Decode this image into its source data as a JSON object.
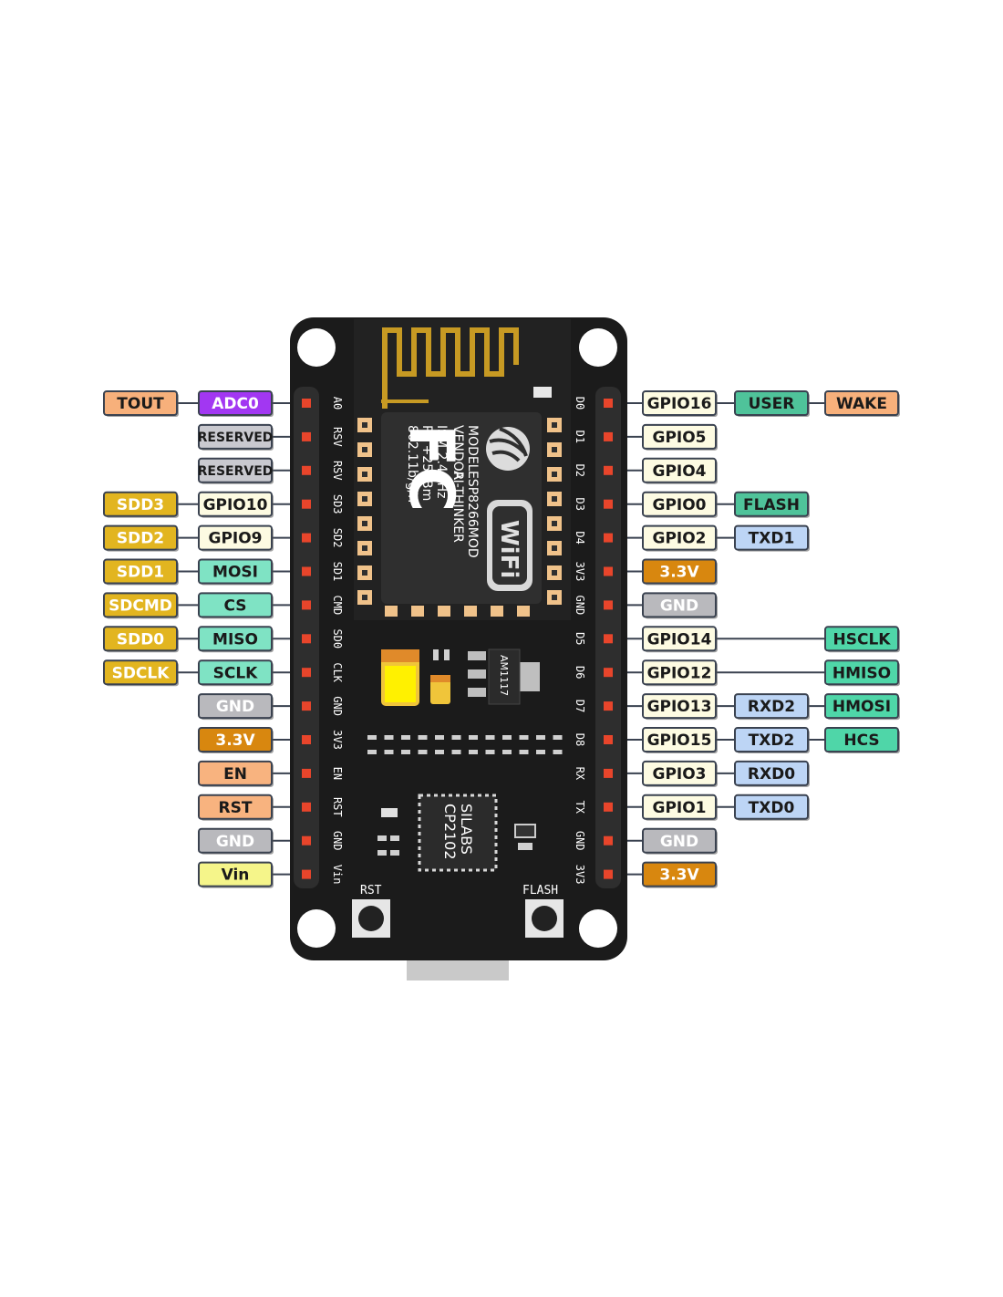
{
  "board": {
    "module": {
      "fc_logo": "FC",
      "lines": [
        "MODEL",
        "VENDOR",
        "ESP8266MOD",
        "AI-THINKER",
        "ISM 2.4GHz",
        "PA +25dBm",
        "802.11b/g/n"
      ],
      "wifi_logo": "WiFi"
    },
    "regulator": "AM1117",
    "usb_chip": {
      "brand": "SILABS",
      "model": "CP2102"
    },
    "buttons": {
      "reset": "RST",
      "flash": "FLASH"
    },
    "silk_left": [
      "A0",
      "RSV",
      "RSV",
      "SD3",
      "SD2",
      "SD1",
      "CMD",
      "SD0",
      "CLK",
      "GND",
      "3V3",
      "EN",
      "RST",
      "GND",
      "Vin"
    ],
    "silk_right": [
      "D0",
      "D1",
      "D2",
      "D3",
      "D4",
      "3V3",
      "GND",
      "D5",
      "D6",
      "D7",
      "D8",
      "RX",
      "TX",
      "GND",
      "3V3"
    ]
  },
  "colors": {
    "tout": "#f7b07b",
    "adc": "#a237f2",
    "reserved": "#c9c9cf",
    "sdd": "#e2b520",
    "gpio": "#fdfbe2",
    "spi": "#7fe3c4",
    "gnd": "#b9b9bd",
    "power33": "#d8870f",
    "ctrl": "#f8b37f",
    "vin": "#f5f58a",
    "user": "#4fc39a",
    "wake": "#f7b07b",
    "flash": "#4fc39a",
    "uart": "#bdd5f5",
    "hspi": "#4fd6a8",
    "pcb": "#1b1b1b",
    "antenna": "#c79a23"
  },
  "left_pins": [
    {
      "labels": [
        {
          "text": "TOUT",
          "color": "tout"
        },
        {
          "text": "ADC0",
          "color": "adc"
        }
      ]
    },
    {
      "labels": [
        {
          "text": "RESERVED",
          "color": "reserved"
        }
      ]
    },
    {
      "labels": [
        {
          "text": "RESERVED",
          "color": "reserved"
        }
      ]
    },
    {
      "labels": [
        {
          "text": "SDD3",
          "color": "sdd"
        },
        {
          "text": "GPIO10",
          "color": "gpio"
        }
      ]
    },
    {
      "labels": [
        {
          "text": "SDD2",
          "color": "sdd"
        },
        {
          "text": "GPIO9",
          "color": "gpio"
        }
      ]
    },
    {
      "labels": [
        {
          "text": "SDD1",
          "color": "sdd"
        },
        {
          "text": "MOSI",
          "color": "spi"
        }
      ]
    },
    {
      "labels": [
        {
          "text": "SDCMD",
          "color": "sdd"
        },
        {
          "text": "CS",
          "color": "spi"
        }
      ]
    },
    {
      "labels": [
        {
          "text": "SDD0",
          "color": "sdd"
        },
        {
          "text": "MISO",
          "color": "spi"
        }
      ]
    },
    {
      "labels": [
        {
          "text": "SDCLK",
          "color": "sdd"
        },
        {
          "text": "SCLK",
          "color": "spi"
        }
      ]
    },
    {
      "labels": [
        {
          "text": "GND",
          "color": "gnd"
        }
      ]
    },
    {
      "labels": [
        {
          "text": "3.3V",
          "color": "power33"
        }
      ]
    },
    {
      "labels": [
        {
          "text": "EN",
          "color": "ctrl"
        }
      ]
    },
    {
      "labels": [
        {
          "text": "RST",
          "color": "ctrl"
        }
      ]
    },
    {
      "labels": [
        {
          "text": "GND",
          "color": "gnd"
        }
      ]
    },
    {
      "labels": [
        {
          "text": "Vin",
          "color": "vin"
        }
      ]
    }
  ],
  "right_pins": [
    {
      "labels": [
        {
          "text": "GPIO16",
          "color": "gpio"
        },
        {
          "text": "USER",
          "color": "user"
        },
        {
          "text": "WAKE",
          "color": "wake"
        }
      ]
    },
    {
      "labels": [
        {
          "text": "GPIO5",
          "color": "gpio"
        }
      ]
    },
    {
      "labels": [
        {
          "text": "GPIO4",
          "color": "gpio"
        }
      ]
    },
    {
      "labels": [
        {
          "text": "GPIO0",
          "color": "gpio"
        },
        {
          "text": "FLASH",
          "color": "flash"
        }
      ]
    },
    {
      "labels": [
        {
          "text": "GPIO2",
          "color": "gpio"
        },
        {
          "text": "TXD1",
          "color": "uart"
        }
      ]
    },
    {
      "labels": [
        {
          "text": "3.3V",
          "color": "power33"
        }
      ]
    },
    {
      "labels": [
        {
          "text": "GND",
          "color": "gnd"
        }
      ]
    },
    {
      "labels": [
        {
          "text": "GPIO14",
          "color": "gpio"
        },
        {
          "text": "HSCLK",
          "color": "hspi"
        }
      ]
    },
    {
      "labels": [
        {
          "text": "GPIO12",
          "color": "gpio"
        },
        {
          "text": "HMISO",
          "color": "hspi"
        }
      ]
    },
    {
      "labels": [
        {
          "text": "GPIO13",
          "color": "gpio"
        },
        {
          "text": "RXD2",
          "color": "uart"
        },
        {
          "text": "HMOSI",
          "color": "hspi"
        }
      ]
    },
    {
      "labels": [
        {
          "text": "GPIO15",
          "color": "gpio"
        },
        {
          "text": "TXD2",
          "color": "uart"
        },
        {
          "text": "HCS",
          "color": "hspi"
        }
      ]
    },
    {
      "labels": [
        {
          "text": "GPIO3",
          "color": "gpio"
        },
        {
          "text": "RXD0",
          "color": "uart"
        }
      ]
    },
    {
      "labels": [
        {
          "text": "GPIO1",
          "color": "gpio"
        },
        {
          "text": "TXD0",
          "color": "uart"
        }
      ]
    },
    {
      "labels": [
        {
          "text": "GND",
          "color": "gnd"
        }
      ]
    },
    {
      "labels": [
        {
          "text": "3.3V",
          "color": "power33"
        }
      ]
    }
  ]
}
